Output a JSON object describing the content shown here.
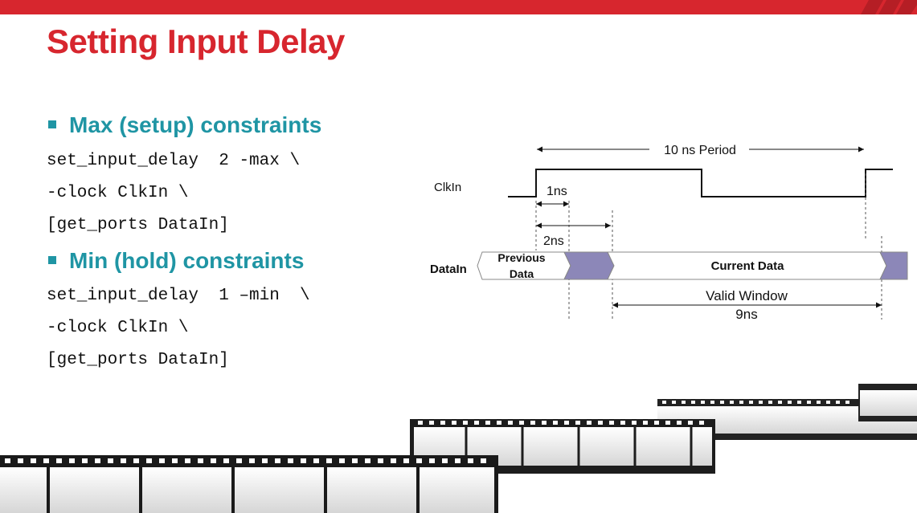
{
  "slide": {
    "title": "Setting Input Delay",
    "sections": [
      {
        "heading": "Max (setup) constraints",
        "code_lines": [
          "set_input_delay  2 -max \\",
          "-clock ClkIn \\",
          "[get_ports DataIn]"
        ]
      },
      {
        "heading": "Min (hold) constraints",
        "code_lines": [
          "set_input_delay  1 –min  \\",
          "-clock ClkIn \\",
          "[get_ports DataIn]"
        ]
      }
    ]
  },
  "diagram": {
    "signals": {
      "clock": "ClkIn",
      "data": "DataIn"
    },
    "period_label": "10 ns Period",
    "min_delay_label": "1ns",
    "max_delay_label": "2ns",
    "previous_data_label": [
      "Previous",
      "Data"
    ],
    "current_data_label": "Current Data",
    "valid_window_label": [
      "Valid Window",
      "9ns"
    ],
    "colors": {
      "transition_fill": "#8c87b8",
      "brand_red": "#d7262e",
      "heading_teal": "#1f95a4"
    }
  }
}
